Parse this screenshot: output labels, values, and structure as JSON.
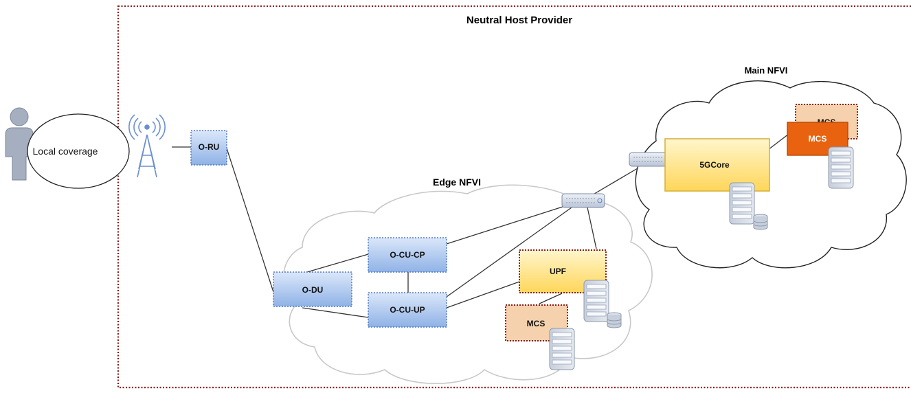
{
  "diagram": {
    "boundary_title": "Neutral Host Provider",
    "user_label": "Local coverage",
    "edge_cloud_label": "Edge NFVI",
    "main_cloud_label": "Main NFVI",
    "nodes": {
      "oru": "O-RU",
      "odu": "O-DU",
      "ocucp": "O-CU-CP",
      "ocuup": "O-CU-UP",
      "upf": "UPF",
      "mcs_edge": "MCS",
      "core": "5GCore",
      "mcs_main": "MCS",
      "mcs_main_back": "MCS"
    }
  },
  "colors": {
    "boundary": "#8b1a1a",
    "blue_box": "#8fb2e6",
    "yellow_box": "#ffe07a",
    "peach_box": "#f6d1ad",
    "orange_box": "#e8620f",
    "user": "#9aa6b8",
    "server": "#b7c0cf"
  },
  "icons": [
    "user-icon",
    "antenna-tower-icon",
    "switch-icon",
    "server-rack-icon",
    "database-icon"
  ]
}
